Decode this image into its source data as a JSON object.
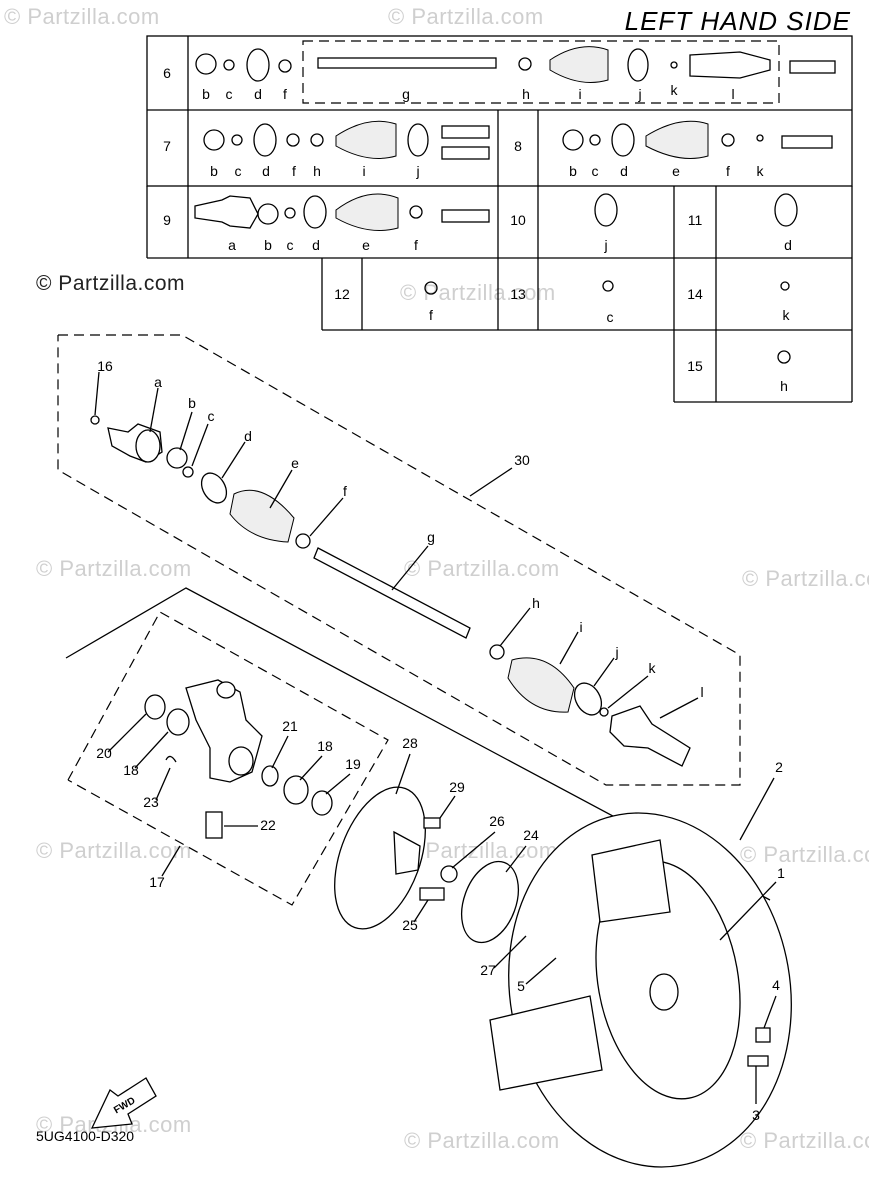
{
  "diagram": {
    "title": "LEFT HAND SIDE",
    "code": "5UG4100-D320",
    "fwd_label": "FWD",
    "watermark": "© Partzilla.com",
    "watermark_top": "© Partzilla.com",
    "table": {
      "rows": [
        {
          "num": "6",
          "letters": [
            "b",
            "c",
            "d",
            "f",
            "g",
            "h",
            "i",
            "j",
            "k",
            "l"
          ]
        },
        {
          "num": "7",
          "letters": [
            "b",
            "c",
            "d",
            "f",
            "h",
            "i",
            "j"
          ]
        },
        {
          "num": "8",
          "letters": [
            "b",
            "c",
            "d",
            "e",
            "f",
            "k"
          ]
        },
        {
          "num": "9",
          "letters": [
            "a",
            "b",
            "c",
            "d",
            "e",
            "f"
          ]
        },
        {
          "num": "10",
          "letters": [
            "j"
          ]
        },
        {
          "num": "11",
          "letters": [
            "d"
          ]
        },
        {
          "num": "12",
          "letters": [
            "f"
          ]
        },
        {
          "num": "13",
          "letters": [
            "c"
          ]
        },
        {
          "num": "14",
          "letters": [
            "k"
          ]
        },
        {
          "num": "15",
          "letters": [
            "h"
          ]
        }
      ]
    },
    "callouts": {
      "n1": "1",
      "n2": "2",
      "n3": "3",
      "n4": "4",
      "n5": "5",
      "n16": "16",
      "n17": "17",
      "n18a": "18",
      "n18b": "18",
      "n19": "19",
      "n20": "20",
      "n21": "21",
      "n22": "22",
      "n23": "23",
      "n24": "24",
      "n25": "25",
      "n26": "26",
      "n27": "27",
      "n28": "28",
      "n29": "29",
      "n30": "30",
      "la": "a",
      "lb": "b",
      "lc": "c",
      "ld": "d",
      "le": "e",
      "lf": "f",
      "lg": "g",
      "lh": "h",
      "li": "i",
      "lj": "j",
      "lk": "k",
      "ll": "l"
    }
  }
}
